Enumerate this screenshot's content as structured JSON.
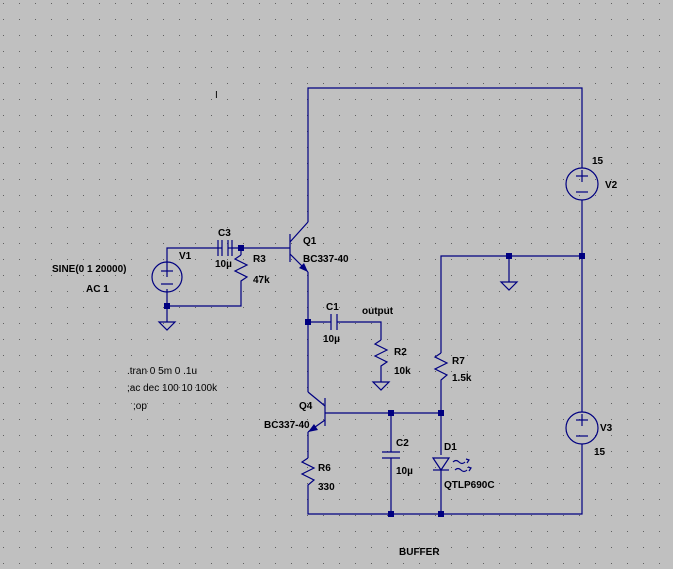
{
  "colors": {
    "background": "#c0c0c0",
    "wire": "#000080",
    "grid_dot": "#606060",
    "text": "#000000"
  },
  "components": {
    "V1": {
      "name": "V1",
      "value_line1": "SINE(0 1 20000)",
      "value_line2": "AC 1"
    },
    "C3": {
      "name": "C3",
      "value": "10µ"
    },
    "R3": {
      "name": "R3",
      "value": "47k"
    },
    "Q1": {
      "name": "Q1",
      "value": "BC337-40"
    },
    "C1": {
      "name": "C1",
      "value": "10µ"
    },
    "R2": {
      "name": "R2",
      "value": "10k"
    },
    "Q4": {
      "name": "Q4",
      "value": "BC337-40"
    },
    "R6": {
      "name": "R6",
      "value": "330"
    },
    "C2": {
      "name": "C2",
      "value": "10µ"
    },
    "R7": {
      "name": "R7",
      "value": "1.5k"
    },
    "D1": {
      "name": "D1",
      "value": "QTLP690C"
    },
    "V2": {
      "name": "V2",
      "value": "15"
    },
    "V3": {
      "name": "V3",
      "value": "15"
    }
  },
  "net_labels": {
    "output": "output"
  },
  "directives": [
    ".tran 0 5m 0 .1u",
    ";ac dec 100 10 100k",
    ";op"
  ],
  "comment": "BUFFER",
  "cursor_glyph": "I"
}
